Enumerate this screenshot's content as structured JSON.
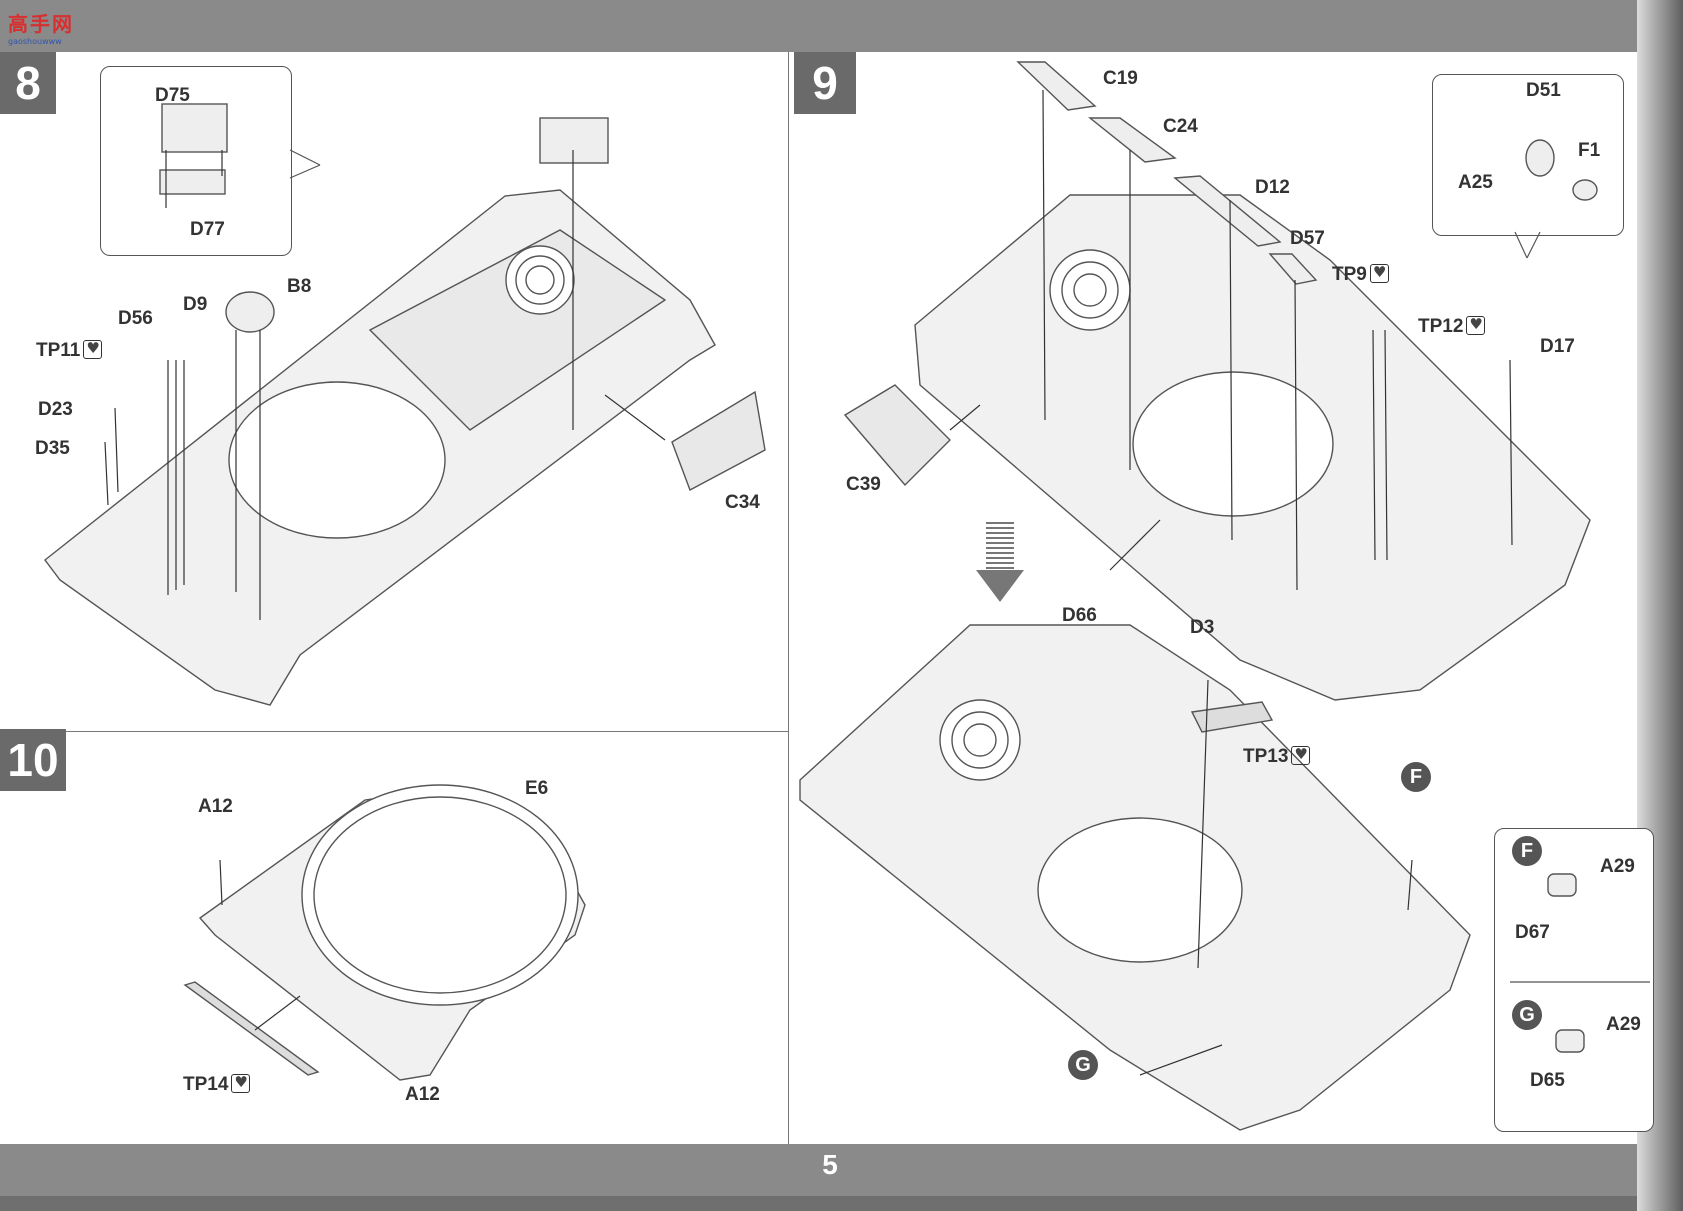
{
  "watermark": {
    "text": "高手网",
    "sub": "gaoshouwww"
  },
  "page_number": "5",
  "step8": {
    "number": "8",
    "callout_parts": [
      "D75",
      "D77"
    ],
    "parts": [
      "B8",
      "D9",
      "D56",
      "TP11",
      "D23",
      "D35",
      "C34"
    ]
  },
  "step9": {
    "number": "9",
    "callout_top": [
      "D51",
      "F1",
      "A25"
    ],
    "parts": [
      "C19",
      "C24",
      "D12",
      "D57",
      "TP9",
      "TP12",
      "D17",
      "C39",
      "D66",
      "D3",
      "TP13"
    ],
    "detail_F": {
      "marker": "F",
      "parts": [
        "A29",
        "D67"
      ]
    },
    "detail_G": {
      "marker": "G",
      "parts": [
        "A29",
        "D65"
      ]
    }
  },
  "step10": {
    "number": "10",
    "parts": [
      "A12",
      "E6",
      "TP14",
      "A12"
    ]
  },
  "colors": {
    "step_bg": "#6a6a6a",
    "frame": "#8a8a8a",
    "line": "#555555"
  }
}
